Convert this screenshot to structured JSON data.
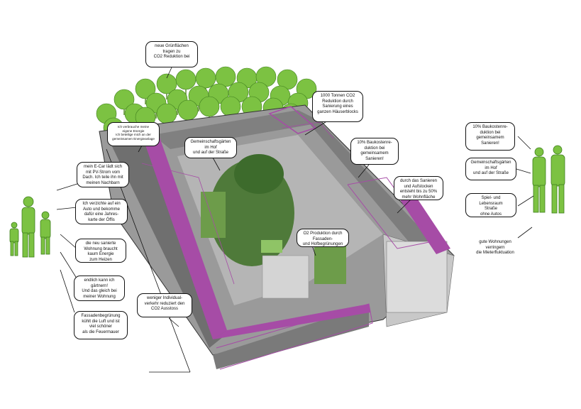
{
  "colors": {
    "green": "#7cc242",
    "dark_green": "#3f7f1e",
    "magenta": "#a64ca6",
    "building_gray": "#8d8d8d",
    "line": "#111111"
  },
  "icons": [
    "tree-icon",
    "person-icon"
  ],
  "callouts": {
    "green_areas": "neue Grünflächen\ntragen zu\nCO2 Reduktion bei",
    "co2_reduction": "1000 Tonnen CO2\nReduktion durch\nSanierung eines\nganzen Häuserblocks",
    "energy_use": "Ich verbrauche meine\neigene Energie\nIch beteilige mich an der\ngemeinsamen Energieanlage",
    "shared_gardens": "Gemeinschaftsgärten\nim Hof\nund auf der Straße",
    "cost_share_center": "10% Baukostenre-\nduktion bei\ngemeinsamem\nSanieren!",
    "living_space": "durch das Sanieren\nund Aufstocken\nentsteht bis zu 50%\nmehr Wohnfläche",
    "o2_production": "O2 Produktion durch\nFassaden-\nund Hofbegrünungen",
    "ecar": "mein E-Car lädt sich\nmit PV-Strom vom\nDach. Ich teile ihn mit\nmeinen Nachbarn",
    "no_car": "Ich verzichte auf ein\nAuto und bekomme\ndafür eine Jahres-\nkarte der Öffis",
    "renovated_flat": "die neu sanierte\nWohnung braucht\nkaum Energie\nzum Heizen",
    "gardening": "endlich kann ich\ngärtnern!\nUnd das gleich bei\nmeiner Wohnung",
    "facade_green": "Fassadenbegrünung\nkühlt die Luft und ist\nviel schöner\nals die Feuermauer",
    "less_traffic": "weniger Individual-\nverkehr reduziert den\nCO2 Ausstoss",
    "cost_share_right": "10% Baukostenre-\nduktion bei\ngemeinsamem\nSanieren!",
    "shared_gardens_right": "Gemeinschaftsgärten\nim Hof\nund auf der Straße",
    "play_space": "Spiel- und Lebensraum\nStraße\nohne Autos",
    "good_flats": "gute Wohnungen\nverringern\ndie Mieterfluktuation"
  }
}
